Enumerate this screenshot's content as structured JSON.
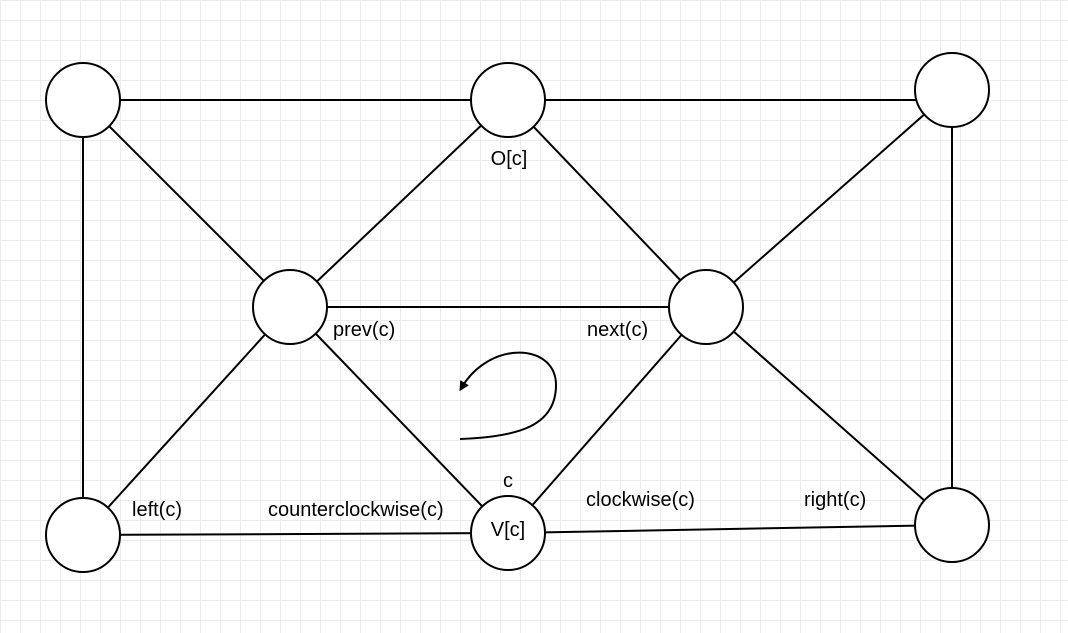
{
  "labels": {
    "top_center": "O[c]",
    "prev": "prev(c)",
    "next": "next(c)",
    "c": "c",
    "left": "left(c)",
    "counterclockwise": "counterclockwise(c)",
    "vertex": "V[c]",
    "clockwise": "clockwise(c)",
    "right": "right(c)"
  },
  "colors": {
    "stroke": "#000000",
    "background": "#ffffff",
    "grid": "#ececec"
  }
}
